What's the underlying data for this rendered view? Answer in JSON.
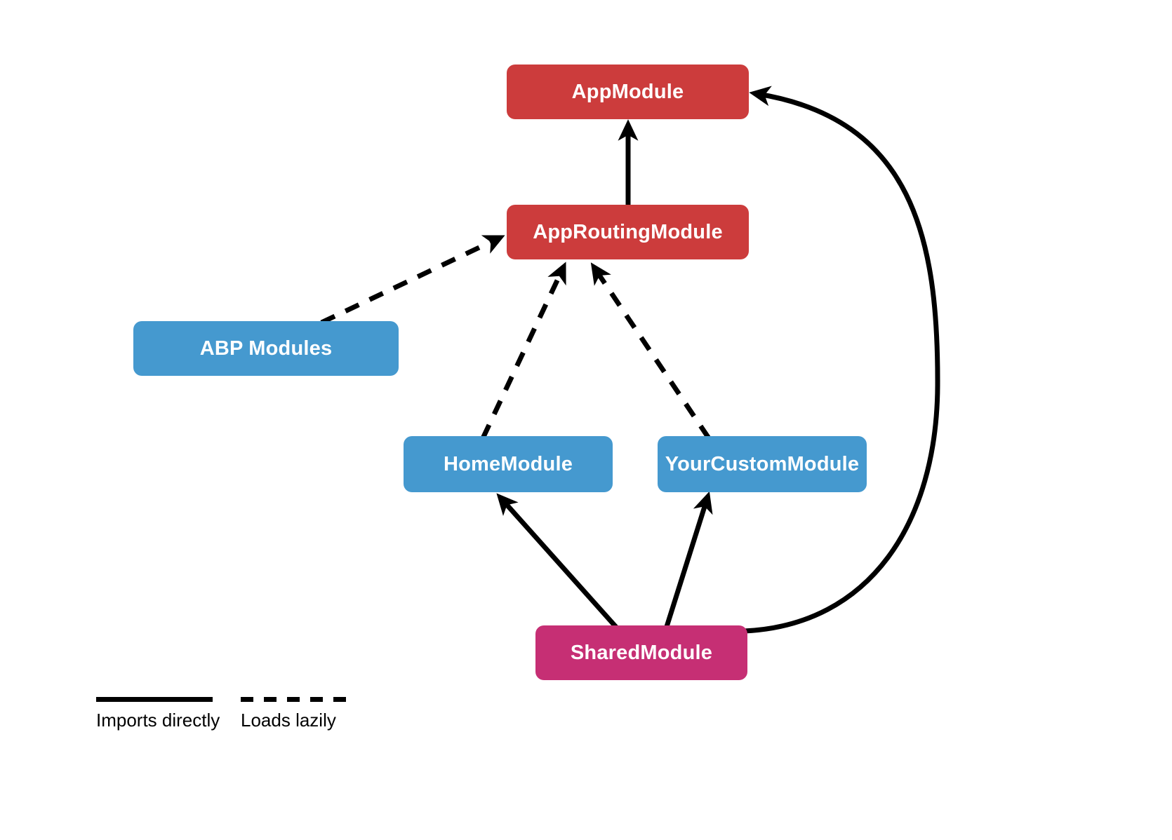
{
  "diagram": {
    "nodes": [
      {
        "id": "app-module",
        "label": "AppModule",
        "color": "#cc3c3c"
      },
      {
        "id": "app-routing-module",
        "label": "AppRoutingModule",
        "color": "#cc3c3c"
      },
      {
        "id": "abp-modules",
        "label": "ABP Modules",
        "color": "#4599cf"
      },
      {
        "id": "home-module",
        "label": "HomeModule",
        "color": "#4599cf"
      },
      {
        "id": "your-custom-module",
        "label": "YourCustomModule",
        "color": "#4599cf"
      },
      {
        "id": "shared-module",
        "label": "SharedModule",
        "color": "#c62f74"
      }
    ],
    "edges": [
      {
        "from": "AppRoutingModule",
        "to": "AppModule",
        "style": "solid",
        "meaning": "Imports directly"
      },
      {
        "from": "ABP Modules",
        "to": "AppRoutingModule",
        "style": "dashed",
        "meaning": "Loads lazily"
      },
      {
        "from": "HomeModule",
        "to": "AppRoutingModule",
        "style": "dashed",
        "meaning": "Loads lazily"
      },
      {
        "from": "YourCustomModule",
        "to": "AppRoutingModule",
        "style": "dashed",
        "meaning": "Loads lazily"
      },
      {
        "from": "SharedModule",
        "to": "HomeModule",
        "style": "solid",
        "meaning": "Imports directly"
      },
      {
        "from": "SharedModule",
        "to": "YourCustomModule",
        "style": "solid",
        "meaning": "Imports directly"
      },
      {
        "from": "SharedModule",
        "to": "AppModule",
        "style": "solid",
        "meaning": "Imports directly"
      }
    ],
    "legend": {
      "solid_label": "Imports directly",
      "dashed_label": "Loads lazily"
    },
    "colors": {
      "root_module": "#cc3c3c",
      "lazy_module": "#4599cf",
      "shared_module": "#c62f74",
      "arrow": "#000000",
      "label_text": "#ffffff"
    }
  }
}
